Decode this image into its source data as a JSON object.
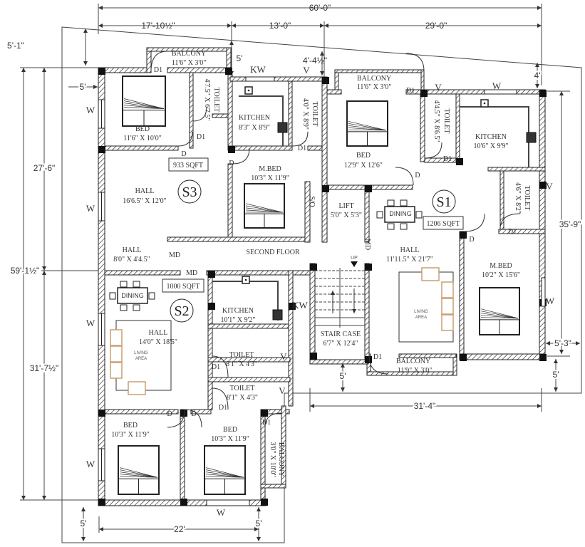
{
  "title": "SECOND FLOOR",
  "colors": {
    "wall": "#222222",
    "text": "#333333",
    "furniture_accent": "#c8a070"
  },
  "dimensions": {
    "overall_width": "60'-0\"",
    "top_left": "17'-10½\"",
    "top_mid": "13'-0\"",
    "top_right": "29'-0\"",
    "overall_depth": "59'-1½\"",
    "left_upper": "27'-6\"",
    "left_lower": "31'-7½\"",
    "setback_top_left": "5'-1\"",
    "setback_left": "5'",
    "setback_top_mid": "5'",
    "setback_top_v": "4'-4½\"",
    "setback_top_right": "4'",
    "right_depth": "35'-9\"",
    "right_setback": "5'-3\"",
    "right_bottom_setback": "5'",
    "stair_setback": "5'",
    "bottom_right_width": "31'-4\"",
    "bottom_width": "22'",
    "bottom_setback_left": "5'",
    "bottom_setback_right": "5'"
  },
  "units": {
    "s3": {
      "tag": "S3",
      "area": "933 SQFT",
      "balcony": {
        "name": "BALCONY",
        "size": "11'6\" X 3'0\""
      },
      "bed": {
        "name": "BED",
        "size": "11'6\" X 10'0\""
      },
      "toilet1": {
        "name": "TOILET",
        "size": "4'7.5\" X 6'7.5\""
      },
      "kitchen": {
        "name": "KITCHEN",
        "size": "8'3\" X 8'9\""
      },
      "toilet2": {
        "name": "TOILET",
        "size": "4'0\" X 8'9\""
      },
      "mbed": {
        "name": "M.BED",
        "size": "10'3\" X 11'9\""
      },
      "hall": {
        "name": "HALL",
        "size": "16'6.5\" X 12'0\""
      }
    },
    "s1": {
      "tag": "S1",
      "area": "1206 SQFT",
      "balcony": {
        "name": "BALCONY",
        "size": "11'6\" X 3'0\""
      },
      "toilet1": {
        "name": "TOILET",
        "size": "4'4.5\" X 8'6.5\""
      },
      "kitchen": {
        "name": "KITCHEN",
        "size": "10'6\" X 9'9\""
      },
      "bed": {
        "name": "BED",
        "size": "12'9\" X 12'6\""
      },
      "toilet2": {
        "name": "TOILET",
        "size": "4'6\" X 8'2\""
      },
      "dining": "DINING",
      "hall": {
        "name": "HALL",
        "size": "11'11.5\" X 21'7\""
      },
      "living": [
        "LIVING",
        "AREA"
      ],
      "mbed": {
        "name": "M.BED",
        "size": "10'2\" X 15'6\""
      },
      "balcony2": {
        "name": "BALCONY",
        "size": "11'9\" X 3'0\""
      }
    },
    "s2": {
      "tag": "S2",
      "area": "1000 SQFT",
      "dining": "DINING",
      "kitchen": {
        "name": "KITCHEN",
        "size": "10'1\" X 9'2\""
      },
      "hall": {
        "name": "HALL",
        "size": "14'0\" X 18'5\""
      },
      "living": [
        "LIVING",
        "AREA"
      ],
      "toilet1": {
        "name": "TOILET",
        "size": "8'1\" X 4'3\""
      },
      "toilet2": {
        "name": "TOILET",
        "size": "8'1\" X 4'3\""
      },
      "bed1": {
        "name": "BED",
        "size": "10'3\" X 11'9\""
      },
      "bed2": {
        "name": "BED",
        "size": "10'3\" X 11'9\""
      },
      "balcony": {
        "name": "BALCONY",
        "size": "3'0\" X 10'0\""
      }
    }
  },
  "common": {
    "lobby": {
      "name": "HALL",
      "size": "8'0\" X 4'4.5\""
    },
    "lift": {
      "name": "LIFT",
      "size": "5'0\" X 5'3\""
    },
    "shaft": "S/O",
    "stair": {
      "name": "STAIR CASE",
      "size": "6'7\" X 12'4\""
    },
    "up": "UP"
  },
  "marks": {
    "window": "W",
    "ventilator": "V",
    "kitchen_window": "KW",
    "door": "D",
    "door1": "D1",
    "main_door": "MD"
  }
}
